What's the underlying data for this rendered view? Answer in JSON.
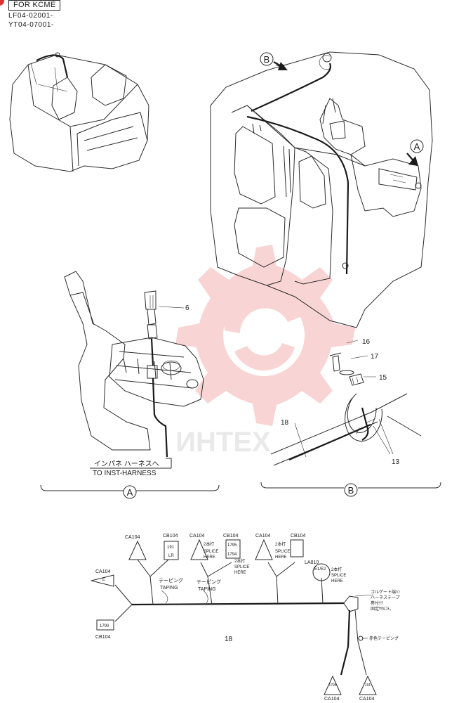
{
  "header": {
    "model_box": "FOR KCME",
    "serial_1": "LF04-02001-",
    "serial_2": "YT04-07001-"
  },
  "watermark": "ИНТЕХ",
  "views": {
    "a_letter": "A",
    "b_letter": "B"
  },
  "parts": {
    "p6": "6",
    "p13": "13",
    "p15": "15",
    "p16": "16",
    "p17": "17",
    "p18_top": "18",
    "p18_bottom": "18"
  },
  "inst_harness": {
    "jp": "インパネ ハーネスへ",
    "en": "TO INST-HARNESS"
  },
  "harness": {
    "connectors": {
      "ca104_left": "CA104",
      "cb104_left": "CB104",
      "ca104_1": "CA104",
      "cb104_1": "CB104",
      "ca104_2": "CA104",
      "cb104_2": "CB104",
      "ca104_3": "CA104",
      "cb104_3": "CB104",
      "ca104_b1": "CA104",
      "ca104_b2": "CA104"
    },
    "codes": {
      "c191": "191",
      "clr": "LR",
      "c1795": "1795",
      "c1794": "1794",
      "c1790": "1790",
      "ce1e2": "E1/E2",
      "c1796b": "1796",
      "c191b": "191",
      "la810": "LA810"
    },
    "splice_jp": "2本打",
    "splice_en_1": "SPLICE",
    "splice_en_2": "HERE",
    "taping_jp": "テーピング",
    "taping_en": "TAPING",
    "note_jp_1": "コルゲート端ﾊﾝ",
    "note_jp_2": "ハーネステープ",
    "note_jp_3": "巻付ｹﾃ",
    "note_jp_4": "固定ｻｾﾙｺﾄ。",
    "red_tape": "赤色テーピング"
  }
}
